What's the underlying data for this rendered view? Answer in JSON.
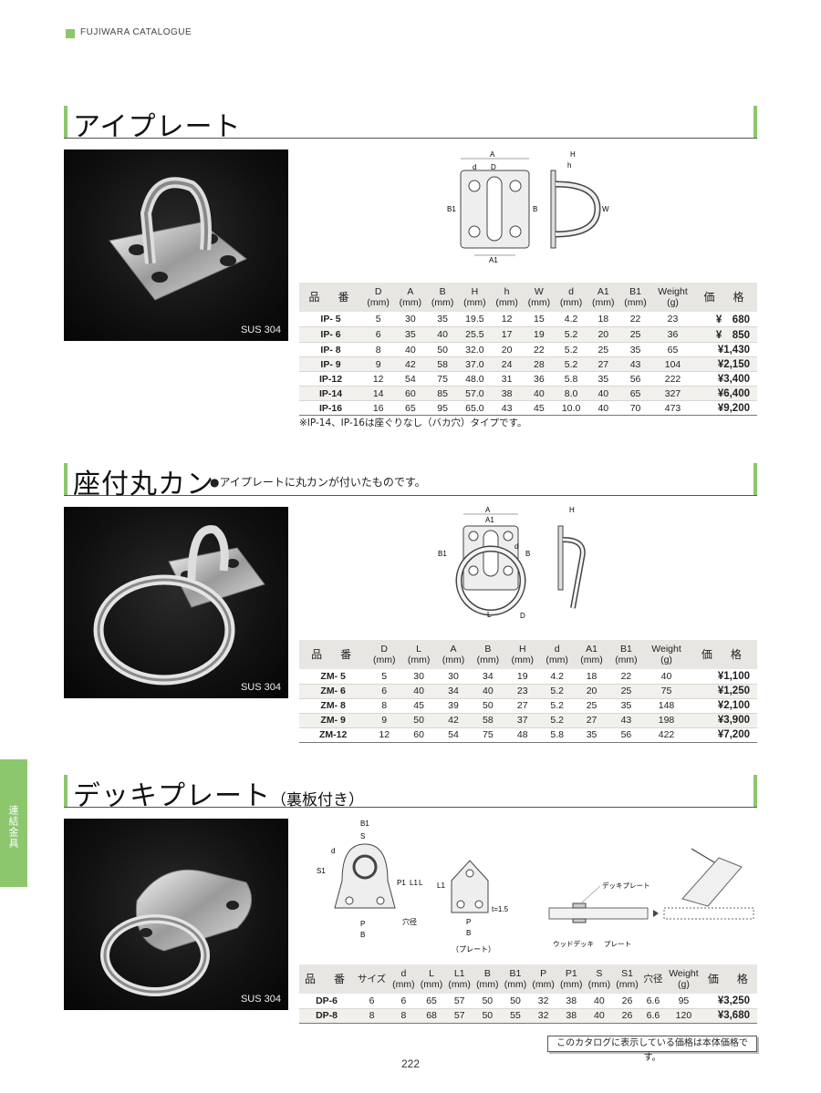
{
  "header": {
    "catalogue": "FUJIWARA CATALOGUE"
  },
  "sections": {
    "eye_plate": {
      "title": "アイプレート",
      "material": "SUS 304",
      "dims": {
        "A": "A",
        "d": "d",
        "D": "D",
        "B1": "B1",
        "B": "B",
        "A1": "A1",
        "H": "H",
        "h": "h",
        "W": "W"
      },
      "headers": [
        "品　番",
        "D\n(mm)",
        "A\n(mm)",
        "B\n(mm)",
        "H\n(mm)",
        "h\n(mm)",
        "W\n(mm)",
        "d\n(mm)",
        "A1\n(mm)",
        "B1\n(mm)",
        "Weight\n(g)",
        "価　格"
      ],
      "rows": [
        [
          "IP- 5",
          "5",
          "30",
          "35",
          "19.5",
          "12",
          "15",
          "4.2",
          "18",
          "22",
          "23",
          "¥　680"
        ],
        [
          "IP- 6",
          "6",
          "35",
          "40",
          "25.5",
          "17",
          "19",
          "5.2",
          "20",
          "25",
          "36",
          "¥　850"
        ],
        [
          "IP- 8",
          "8",
          "40",
          "50",
          "32.0",
          "20",
          "22",
          "5.2",
          "25",
          "35",
          "65",
          "¥1,430"
        ],
        [
          "IP- 9",
          "9",
          "42",
          "58",
          "37.0",
          "24",
          "28",
          "5.2",
          "27",
          "43",
          "104",
          "¥2,150"
        ],
        [
          "IP-12",
          "12",
          "54",
          "75",
          "48.0",
          "31",
          "36",
          "5.8",
          "35",
          "56",
          "222",
          "¥3,400"
        ],
        [
          "IP-14",
          "14",
          "60",
          "85",
          "57.0",
          "38",
          "40",
          "8.0",
          "40",
          "65",
          "327",
          "¥6,400"
        ],
        [
          "IP-16",
          "16",
          "65",
          "95",
          "65.0",
          "43",
          "45",
          "10.0",
          "40",
          "70",
          "473",
          "¥9,200"
        ]
      ],
      "footnote": "※IP-14、IP-16は座ぐりなし（バカ穴）タイプです。"
    },
    "ring_plate": {
      "title": "座付丸カン",
      "note": "●アイプレートに丸カンが付いたものです。",
      "material": "SUS 304",
      "dims": {
        "A": "A",
        "A1": "A1",
        "B1": "B1",
        "d": "d",
        "B": "B",
        "L": "L",
        "D": "D",
        "H": "H"
      },
      "headers": [
        "品　番",
        "D\n(mm)",
        "L\n(mm)",
        "A\n(mm)",
        "B\n(mm)",
        "H\n(mm)",
        "d\n(mm)",
        "A1\n(mm)",
        "B1\n(mm)",
        "Weight\n(g)",
        "価　格"
      ],
      "rows": [
        [
          "ZM- 5",
          "5",
          "30",
          "30",
          "34",
          "19",
          "4.2",
          "18",
          "22",
          "40",
          "¥1,100"
        ],
        [
          "ZM- 6",
          "6",
          "40",
          "34",
          "40",
          "23",
          "5.2",
          "20",
          "25",
          "75",
          "¥1,250"
        ],
        [
          "ZM- 8",
          "8",
          "45",
          "39",
          "50",
          "27",
          "5.2",
          "25",
          "35",
          "148",
          "¥2,100"
        ],
        [
          "ZM- 9",
          "9",
          "50",
          "42",
          "58",
          "37",
          "5.2",
          "27",
          "43",
          "198",
          "¥3,900"
        ],
        [
          "ZM-12",
          "12",
          "60",
          "54",
          "75",
          "48",
          "5.8",
          "35",
          "56",
          "422",
          "¥7,200"
        ]
      ]
    },
    "deck_plate": {
      "title": "デッキプレート",
      "suffix": "（裏板付き）",
      "material": "SUS 304",
      "dims": {
        "B1": "B1",
        "S": "S",
        "d": "d",
        "S1": "S1",
        "P1": "P1",
        "L1": "L1",
        "L": "L",
        "P": "P",
        "B": "B",
        "hole": "穴径",
        "t": "t=1.5",
        "plate": "（プレート）"
      },
      "install": {
        "deck_plate": "デッキプレート",
        "wood_deck": "ウッドデッキ",
        "plate": "プレート"
      },
      "headers": [
        "品　番",
        "サイズ",
        "d\n(mm)",
        "L\n(mm)",
        "L1\n(mm)",
        "B\n(mm)",
        "B1\n(mm)",
        "P\n(mm)",
        "P1\n(mm)",
        "S\n(mm)",
        "S1\n(mm)",
        "穴径",
        "Weight\n(g)",
        "価　格"
      ],
      "rows": [
        [
          "DP-6",
          "6",
          "6",
          "65",
          "57",
          "50",
          "50",
          "32",
          "38",
          "40",
          "26",
          "6.6",
          "95",
          "¥3,250"
        ],
        [
          "DP-8",
          "8",
          "8",
          "68",
          "57",
          "50",
          "55",
          "32",
          "38",
          "40",
          "26",
          "6.6",
          "120",
          "¥3,680"
        ]
      ]
    }
  },
  "side_tab": "連結金具",
  "price_note": "このカタログに表示している価格は本体価格です。",
  "page_number": "222",
  "colors": {
    "accent": "#8cc66d",
    "table_header": "#e8e6e2",
    "table_alt": "#f1f0ec"
  }
}
